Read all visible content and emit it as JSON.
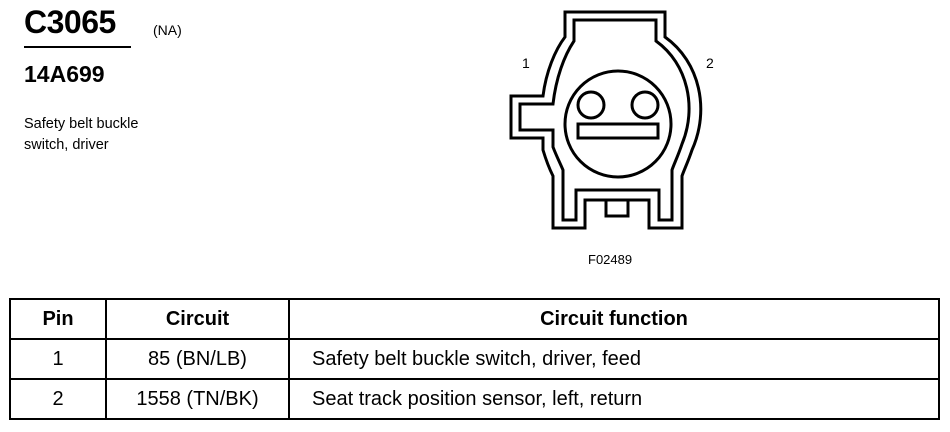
{
  "connector": {
    "id": "C3065",
    "region": "(NA)",
    "part_number": "14A699",
    "description_lines": [
      "Safety belt buckle",
      "switch, driver"
    ]
  },
  "figure": {
    "pin_labels": [
      "1",
      "2"
    ],
    "code": "F02489"
  },
  "table": {
    "headers": [
      "Pin",
      "Circuit",
      "Circuit function"
    ],
    "rows": [
      {
        "pin": "1",
        "circuit": "85 (BN/LB)",
        "function": "Safety belt buckle switch, driver, feed"
      },
      {
        "pin": "2",
        "circuit": "1558 (TN/BK)",
        "function": "Seat track position sensor, left, return"
      }
    ]
  }
}
